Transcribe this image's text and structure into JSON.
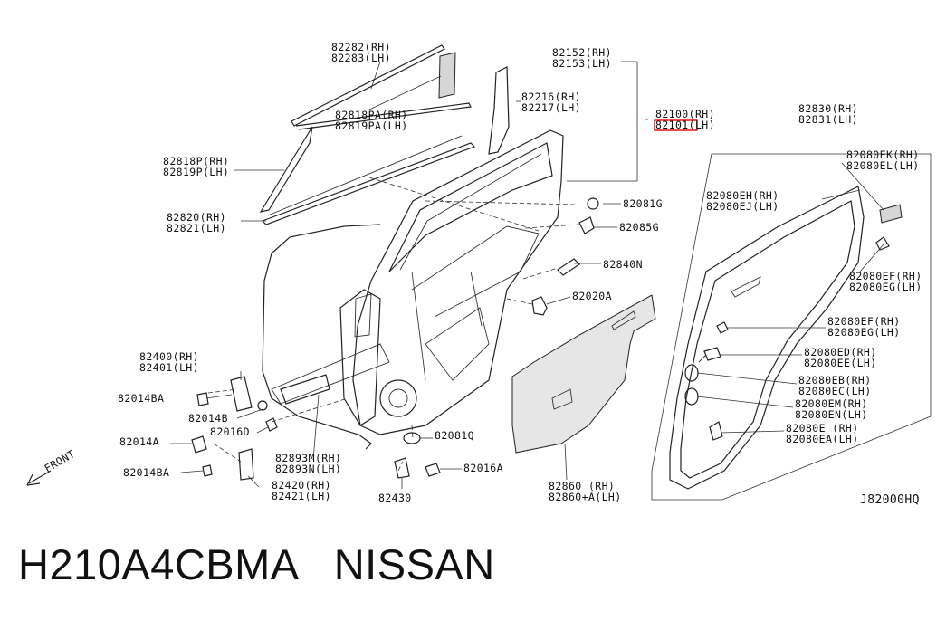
{
  "labels": {
    "l82282": "82282(RH)",
    "l82283": "82283(LH)",
    "l82818PA": "82818PA(RH)",
    "l82819PA": "82819PA(LH)",
    "l82818P": "82818P(RH)",
    "l82819P": "82819P(LH)",
    "l82820": "82820(RH)",
    "l82821": "82821(LH)",
    "l82152": "82152(RH)",
    "l82153": "82153(LH)",
    "l82216": "82216(RH)",
    "l82217": "82217(LH)",
    "l82100": "82100(RH)",
    "l82101": "82101(LH)",
    "l82830": "82830(RH)",
    "l82831": "82831(LH)",
    "l82081G": "82081G",
    "l82085G": "82085G",
    "l82840N": "82840N",
    "l82020A": "82020A",
    "l82080EK": "82080EK(RH)",
    "l82080EL": "82080EL(LH)",
    "l82080EH": "82080EH(RH)",
    "l82080EJ": "82080EJ(LH)",
    "l82080EF_a": "82080EF(RH)",
    "l82080EG_a": "82080EG(LH)",
    "l82080EF_b": "82080EF(RH)",
    "l82080EG_b": "82080EG(LH)",
    "l82080ED": "82080ED(RH)",
    "l82080EE": "82080EE(LH)",
    "l82080EB": "82080EB(RH)",
    "l82080EC": "82080EC(LH)",
    "l82080EM": "82080EM(RH)",
    "l82080EN": "82080EN(LH)",
    "l82080E": "82080E (RH)",
    "l82080EA": "82080EA(LH)",
    "l82400": "82400(RH)",
    "l82401": "82401(LH)",
    "l82014BA_a": "82014BA",
    "l82014B": "82014B",
    "l82016D": "82016D",
    "l82014A": "82014A",
    "l82014BA_b": "82014BA",
    "l82420": "82420(RH)",
    "l82421": "82421(LH)",
    "l82893M": "82893M(RH)",
    "l82893N": "82893N(LH)",
    "l82081Q": "82081Q",
    "l82016A": "82016A",
    "l82430": "82430",
    "l82860": "82860  (RH)",
    "l82860A": "82860+A(LH)",
    "front": "FRONT",
    "code": "J82000HQ"
  },
  "caption": "H210A4CBMA   NISSAN",
  "highlight_color": "#e00000"
}
